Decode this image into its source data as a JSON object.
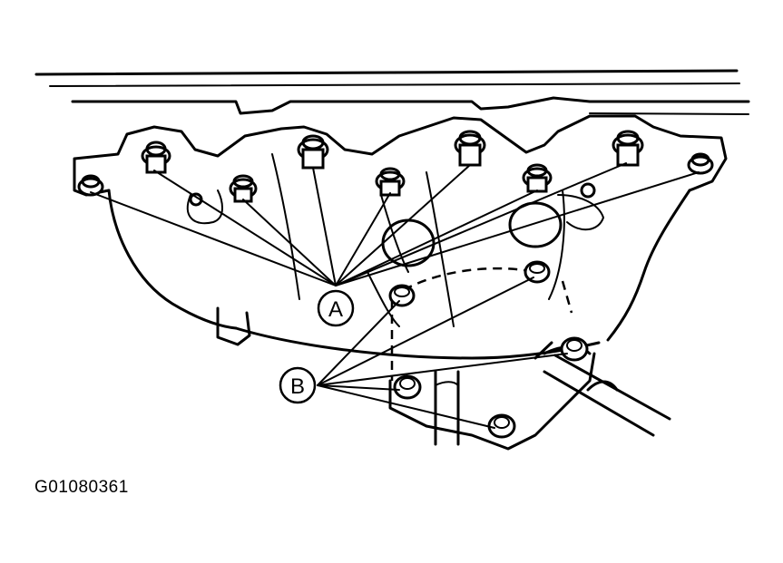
{
  "callouts": {
    "a_label": "A",
    "b_label": "B"
  },
  "figure": {
    "id": "G01080361"
  }
}
